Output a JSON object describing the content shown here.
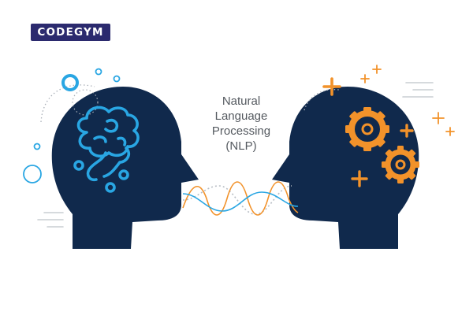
{
  "logo": {
    "text": "CODEGYM",
    "bg": "#2b2a6e",
    "fg": "#ffffff"
  },
  "title": {
    "line1": "Natural",
    "line2": "Language",
    "line3": "Processing",
    "line4": "(NLP)"
  },
  "colors": {
    "head": "#10294c",
    "blue": "#29a6e3",
    "orange": "#f2922a",
    "gray": "#c9cdd2",
    "text": "#555a60"
  },
  "icons": {
    "left": "brain-icon",
    "right": "gears-icon"
  }
}
